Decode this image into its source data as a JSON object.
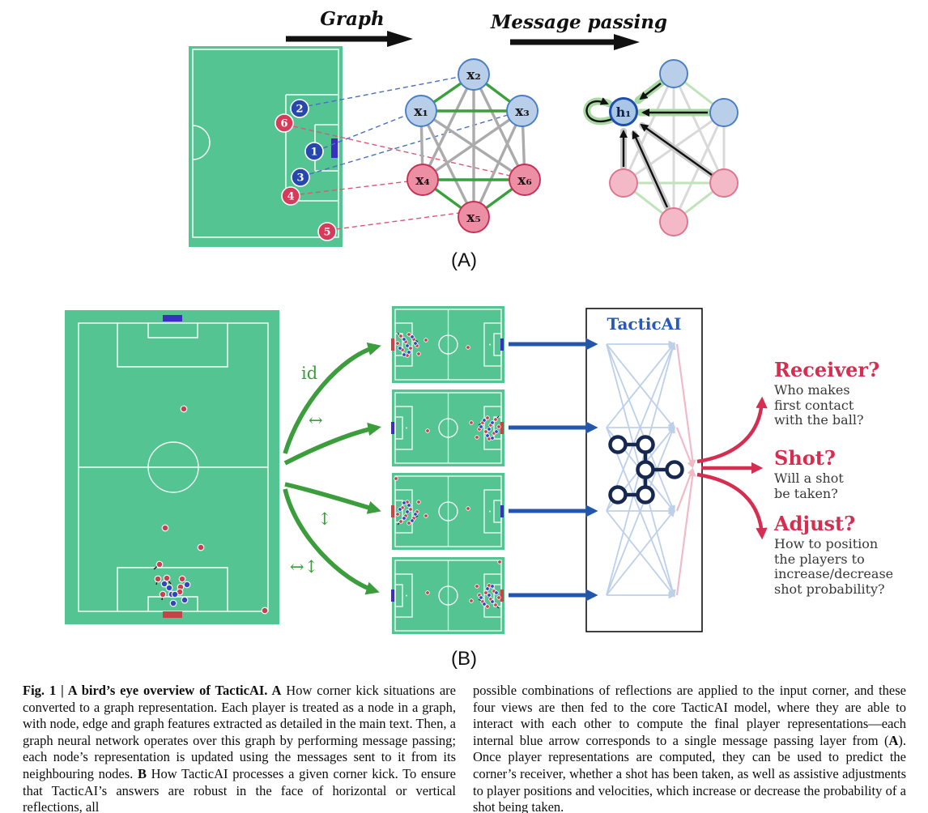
{
  "figure": {
    "panelA": {
      "label": "(A)",
      "graph_step_label": "Graph",
      "message_step_label": "Message passing",
      "pitch_players": [
        {
          "num": "1",
          "team": "blue"
        },
        {
          "num": "2",
          "team": "blue"
        },
        {
          "num": "3",
          "team": "blue"
        },
        {
          "num": "4",
          "team": "red"
        },
        {
          "num": "5",
          "team": "red"
        },
        {
          "num": "6",
          "team": "red"
        }
      ],
      "graph_node_labels": [
        "x₁",
        "x₂",
        "x₃",
        "x₄",
        "x₅",
        "x₆"
      ],
      "updated_node_label": "h₁"
    },
    "panelB": {
      "label": "(B)",
      "reflection_labels": {
        "identity": "id",
        "horizontal": "↔",
        "vertical": "↕",
        "both": "↔↕"
      },
      "model_title": "TacticAI",
      "outputs": [
        {
          "title": "Receiver?",
          "desc": "Who makes\nfirst contact\nwith the ball?"
        },
        {
          "title": "Shot?",
          "desc": "Will a shot\nbe taken?"
        },
        {
          "title": "Adjust?",
          "desc": "How to position\nthe players to\nincrease/decrease\nshot probability?"
        }
      ]
    },
    "caption": {
      "left": {
        "bold_lead": "Fig. 1 | A bird’s eye overview of TacticAI. A",
        "text1": " How corner kick situations are converted to a graph representation. Each player is treated as a node in a graph, with node, edge and graph features extracted as detailed in the main text. Then, a graph neural network operates over this graph by performing message passing; each node’s representation is updated using the messages sent to it from its neighbouring nodes. ",
        "bold_b": "B",
        "text2": " How TacticAI processes a given corner kick. To ensure that TacticAI’s answers are robust in the face of horizontal or vertical reflections, all"
      },
      "right": {
        "text1": "possible combinations of reflections are applied to the input corner, and these four views are then fed to the core TacticAI model, where they are able to interact with each other to compute the final player representations—each internal blue arrow corresponds to a single message passing layer from (",
        "bold_a": "A",
        "text2": "). Once player representations are computed, they can be used to predict the corner’s receiver, whether a shot has been taken, as well as assistive adjustments to player positions and velocities, which increase or decrease the probability of a shot being taken."
      }
    },
    "colors": {
      "pitch_green": "#54c492",
      "team_blue": "#2847ae",
      "team_red": "#d63c5a",
      "node_blue_fill": "#b9cfe9",
      "node_blue_stroke": "#4a7ec2",
      "node_pink_fill": "#ec8fa5",
      "node_pink_stroke": "#c53054",
      "edge_green": "#3aa03c",
      "edge_gray": "#ababab",
      "accent_blue": "#2a57b8",
      "accent_crimson": "#d62e50",
      "arrow_green": "#3b9d3b"
    }
  }
}
